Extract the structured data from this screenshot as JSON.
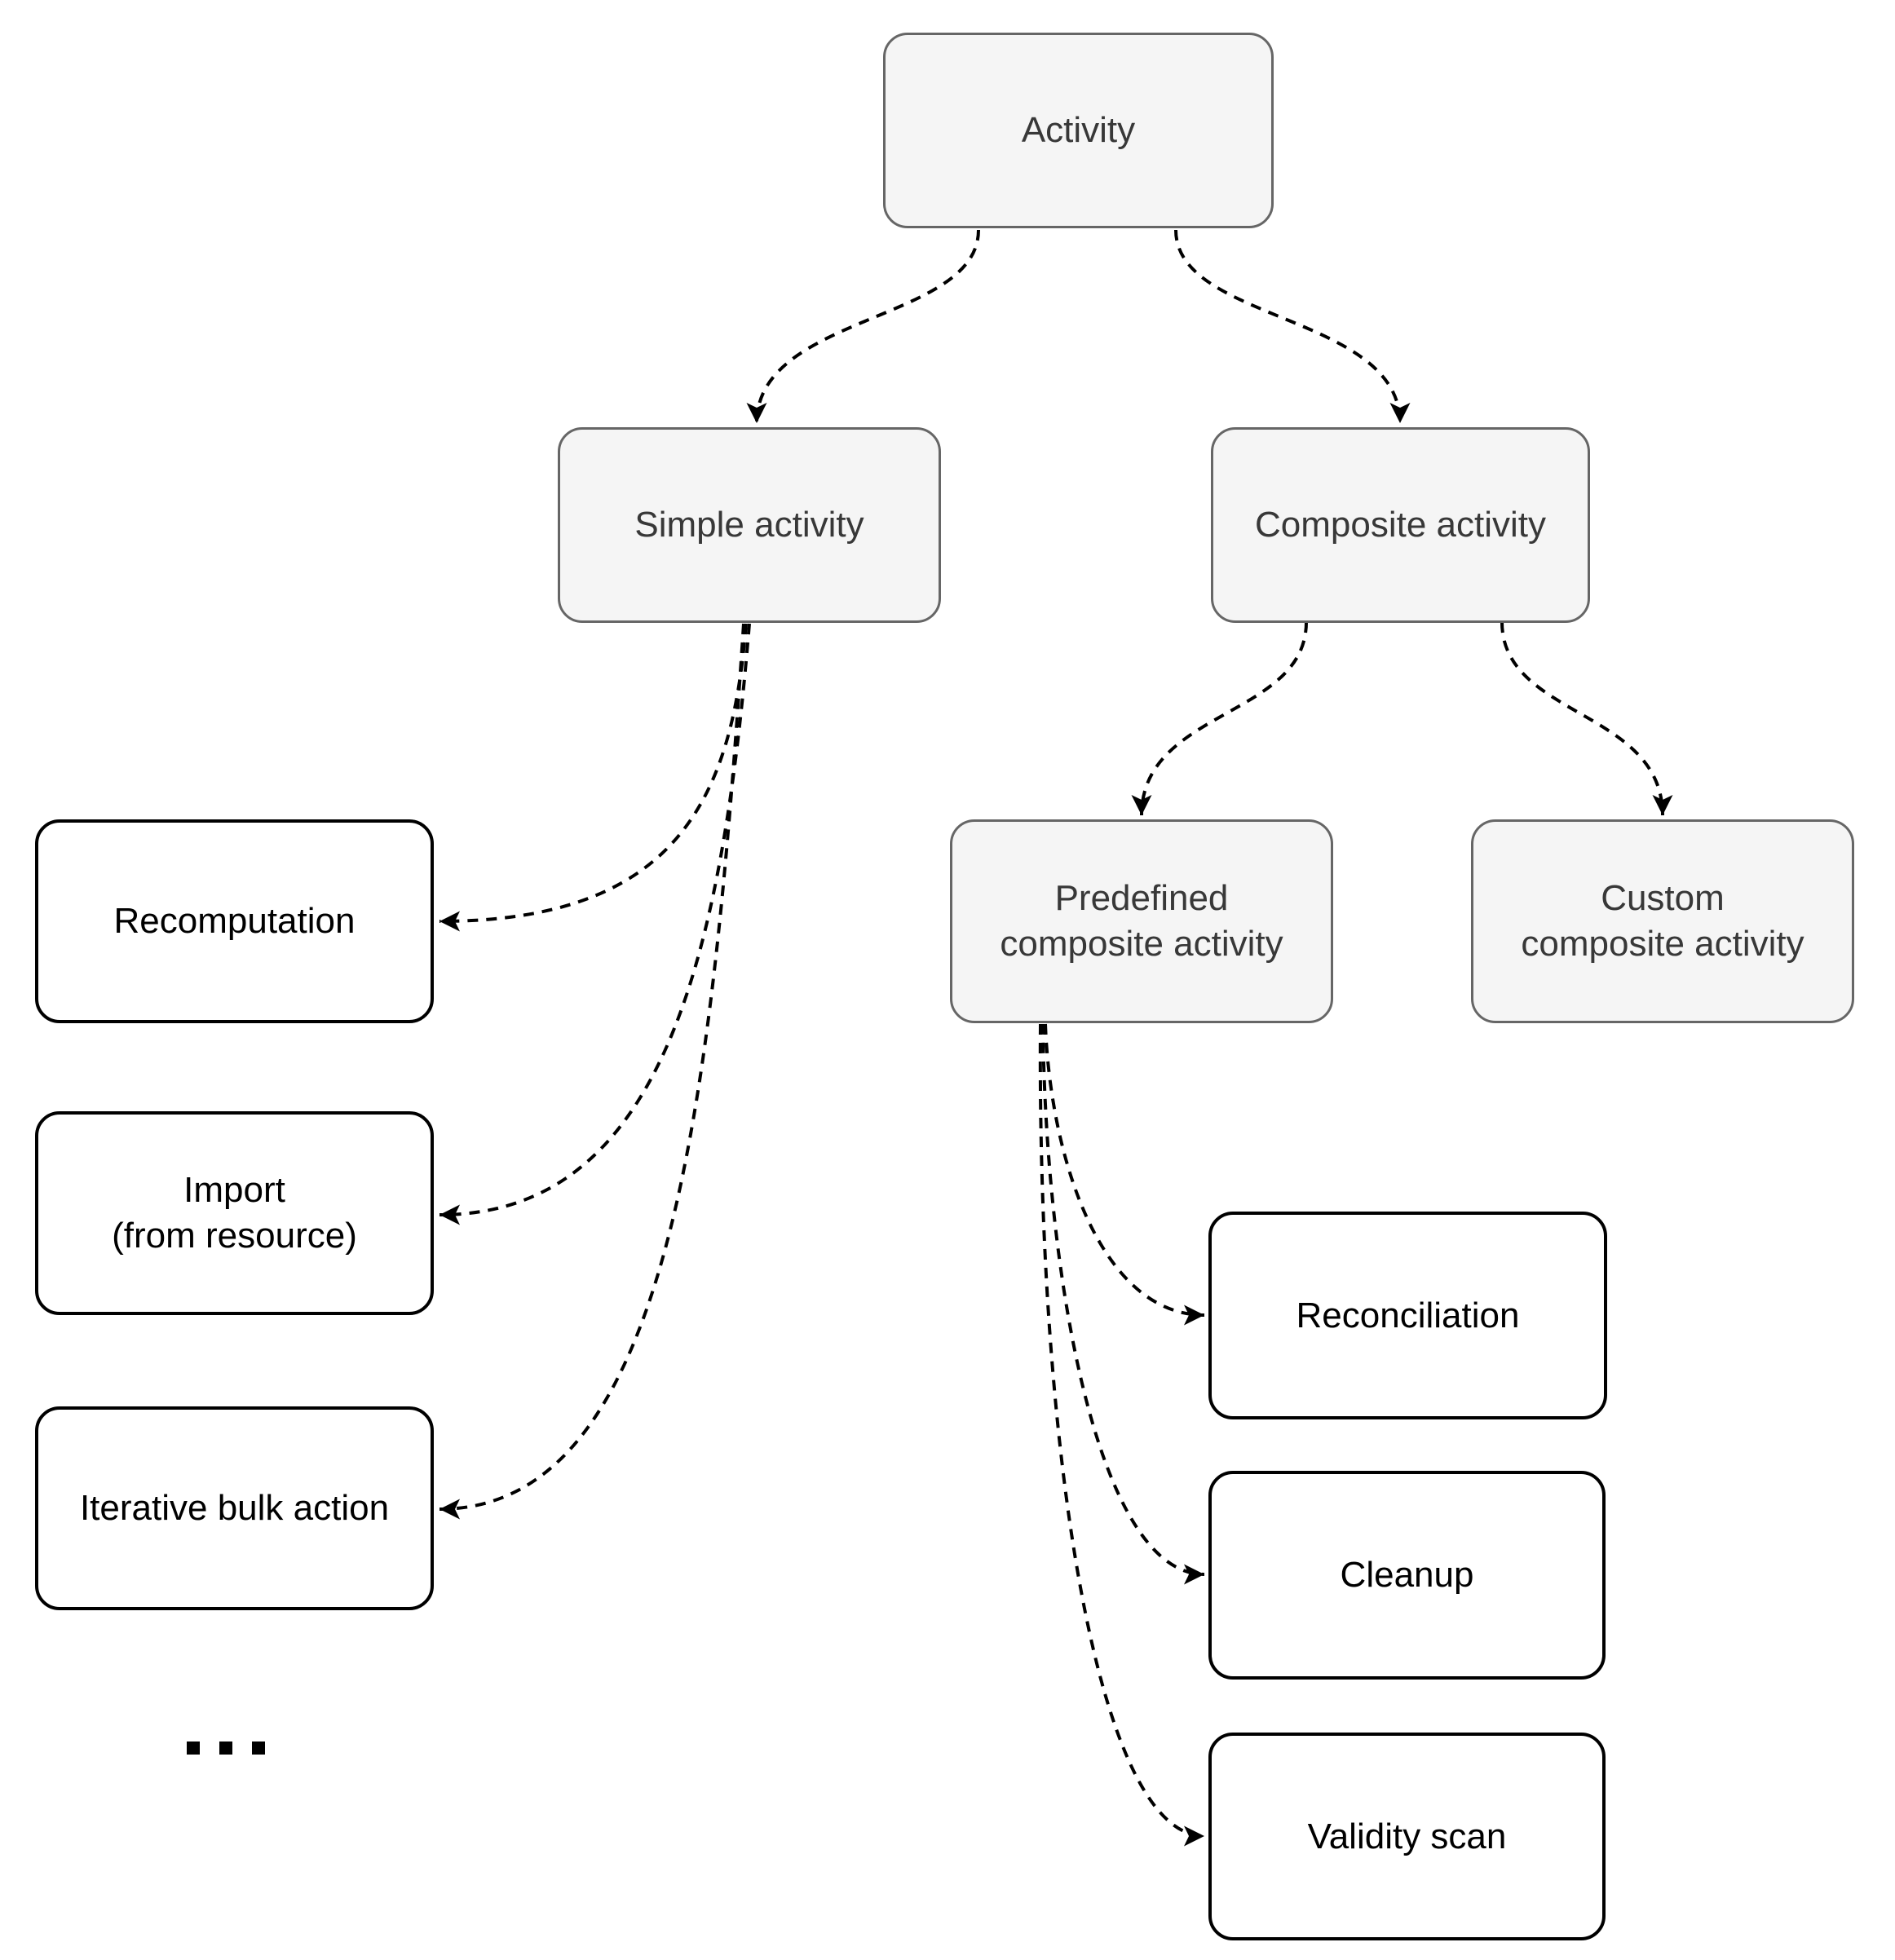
{
  "colors": {
    "background": "#FFFFFF",
    "branch_node_fill": "#F5F5F5",
    "branch_node_border": "#666666",
    "branch_node_text": "#383838",
    "leaf_node_fill": "#FFFFFF",
    "leaf_node_border": "#000000",
    "leaf_node_text": "#000000",
    "connector": "#000000"
  },
  "nodes": {
    "activity": {
      "lines": [
        "Activity"
      ],
      "style": "branch"
    },
    "simple_activity": {
      "lines": [
        "Simple activity"
      ],
      "style": "branch"
    },
    "composite_activity": {
      "lines": [
        "Composite activity"
      ],
      "style": "branch"
    },
    "predefined_composite_activity": {
      "lines": [
        "Predefined",
        "composite activity"
      ],
      "style": "branch"
    },
    "custom_composite_activity": {
      "lines": [
        "Custom",
        "composite activity"
      ],
      "style": "branch"
    },
    "recomputation": {
      "lines": [
        "Recomputation"
      ],
      "style": "leaf"
    },
    "import_from_resource": {
      "lines": [
        "Import",
        "(from resource)"
      ],
      "style": "leaf"
    },
    "iterative_bulk_action": {
      "lines": [
        "Iterative bulk action"
      ],
      "style": "leaf"
    },
    "reconciliation": {
      "lines": [
        "Reconciliation"
      ],
      "style": "leaf"
    },
    "cleanup": {
      "lines": [
        "Cleanup"
      ],
      "style": "leaf"
    },
    "validity_scan": {
      "lines": [
        "Validity scan"
      ],
      "style": "leaf"
    }
  },
  "edges": [
    {
      "from": "activity",
      "to": "simple_activity",
      "style": "dashed-arrow"
    },
    {
      "from": "activity",
      "to": "composite_activity",
      "style": "dashed-arrow"
    },
    {
      "from": "simple_activity",
      "to": "recomputation",
      "style": "dashed-arrow"
    },
    {
      "from": "simple_activity",
      "to": "import_from_resource",
      "style": "dashed-arrow"
    },
    {
      "from": "simple_activity",
      "to": "iterative_bulk_action",
      "style": "dashed-arrow"
    },
    {
      "from": "composite_activity",
      "to": "predefined_composite_activity",
      "style": "dashed-arrow"
    },
    {
      "from": "composite_activity",
      "to": "custom_composite_activity",
      "style": "dashed-arrow"
    },
    {
      "from": "predefined_composite_activity",
      "to": "reconciliation",
      "style": "dashed-arrow"
    },
    {
      "from": "predefined_composite_activity",
      "to": "cleanup",
      "style": "dashed-arrow"
    },
    {
      "from": "predefined_composite_activity",
      "to": "validity_scan",
      "style": "dashed-arrow"
    }
  ],
  "ellipsis": {
    "icon": "ellipsis-icon",
    "glyph": "…"
  }
}
